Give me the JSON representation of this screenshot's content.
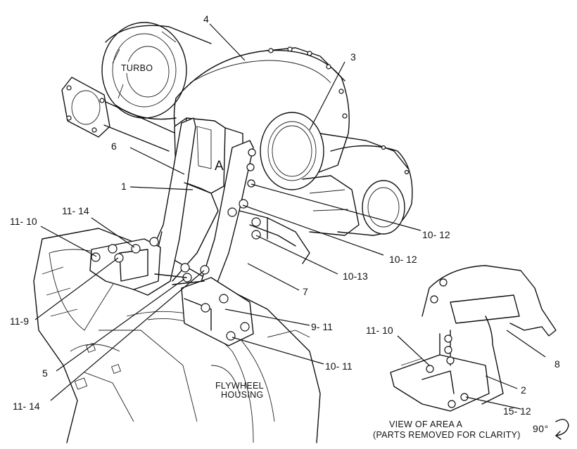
{
  "callouts": {
    "c4": "4",
    "c3": "3",
    "c6": "6",
    "c1": "1",
    "c11_14_top": "11- 14",
    "c11_10_left": "11- 10",
    "c11_9": "11-9",
    "c5": "5",
    "c11_14_bottom": "11- 14",
    "c10_12_a": "10- 12",
    "c10_12_b": "10- 12",
    "c10_13": "10-13",
    "c7": "7",
    "c9_11": "9- 11",
    "c10_11": "10- 11",
    "c11_10_right": "11- 10",
    "c8": "8",
    "c2": "2",
    "c15_12": "15- 12"
  },
  "labels": {
    "turbo": "TURBO",
    "area_a": "A",
    "flywheel_line1": "FLYWHEEL",
    "flywheel_line2": "HOUSING",
    "view_line1": "VIEW OF AREA  A",
    "view_line2": "(PARTS REMOVED FOR CLARITY)",
    "rotation": "90°"
  }
}
